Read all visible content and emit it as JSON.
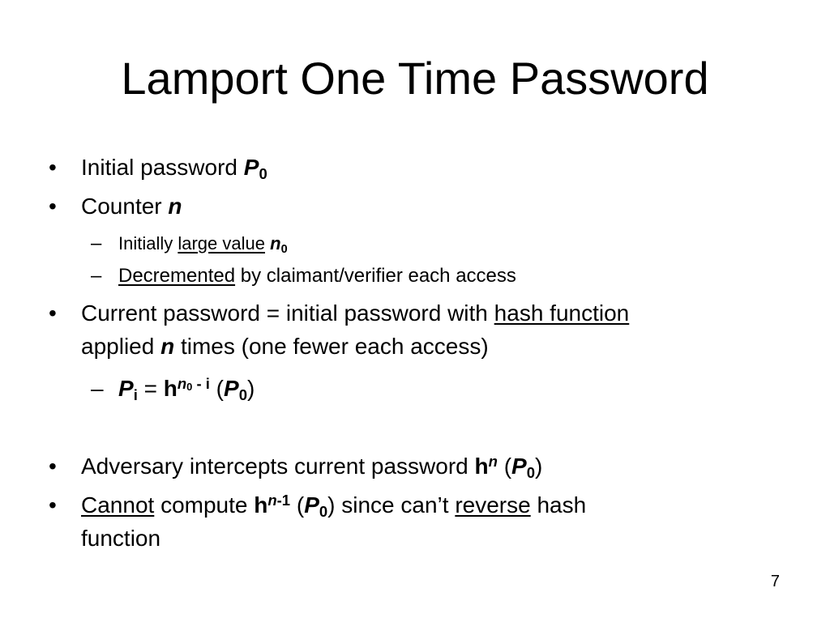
{
  "slide": {
    "title": "Lamport One Time Password",
    "page_number": "7"
  },
  "glyphs": {
    "bullet": "•",
    "dash": "–"
  },
  "items": {
    "initial": {
      "text": "Initial password ",
      "var": "P",
      "sub": "0"
    },
    "counter": {
      "text": "Counter ",
      "var": "n"
    },
    "initially": {
      "text": "Initially ",
      "link": "large value",
      "space": " ",
      "var": "n",
      "sub": "0"
    },
    "decremented": {
      "link": "Decremented",
      "text": " by claimant/verifier each access"
    },
    "current": {
      "line1_text": "Current password = initial password with ",
      "line1_link": "hash function",
      "line2_text_a": "applied ",
      "line2_var": "n",
      "line2_text_b": " times (one fewer each access)"
    },
    "formula": {
      "p": "P",
      "p_sub": "i",
      "eq": " = ",
      "h": "h",
      "exp_n": "n",
      "exp_n_sub": "0",
      "exp_rest": " - i",
      "open": " (",
      "p2": "P",
      "p2_sub": "0",
      "close": ")"
    },
    "adversary": {
      "text": "Adversary intercepts current password ",
      "h": "h",
      "exp": "n",
      "open": " (",
      "p": "P",
      "p_sub": "0",
      "close": ")"
    },
    "cannot": {
      "link1": "Cannot",
      "text_a": " compute ",
      "h": "h",
      "exp_n": "n",
      "exp_rest": "-1",
      "open": " (",
      "p": "P",
      "p_sub": "0",
      "text_b": ") since can’t ",
      "link2": "reverse",
      "text_c": " hash",
      "line2": "function"
    }
  }
}
